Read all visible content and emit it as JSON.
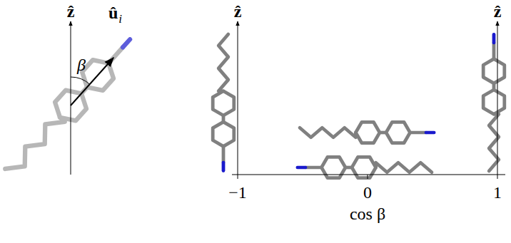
{
  "diagram": {
    "labels": [
      "ẑ",
      "û",
      "i",
      "β",
      "ẑ",
      "ẑ",
      "−1",
      "0",
      "1",
      "cos β"
    ]
  }
}
